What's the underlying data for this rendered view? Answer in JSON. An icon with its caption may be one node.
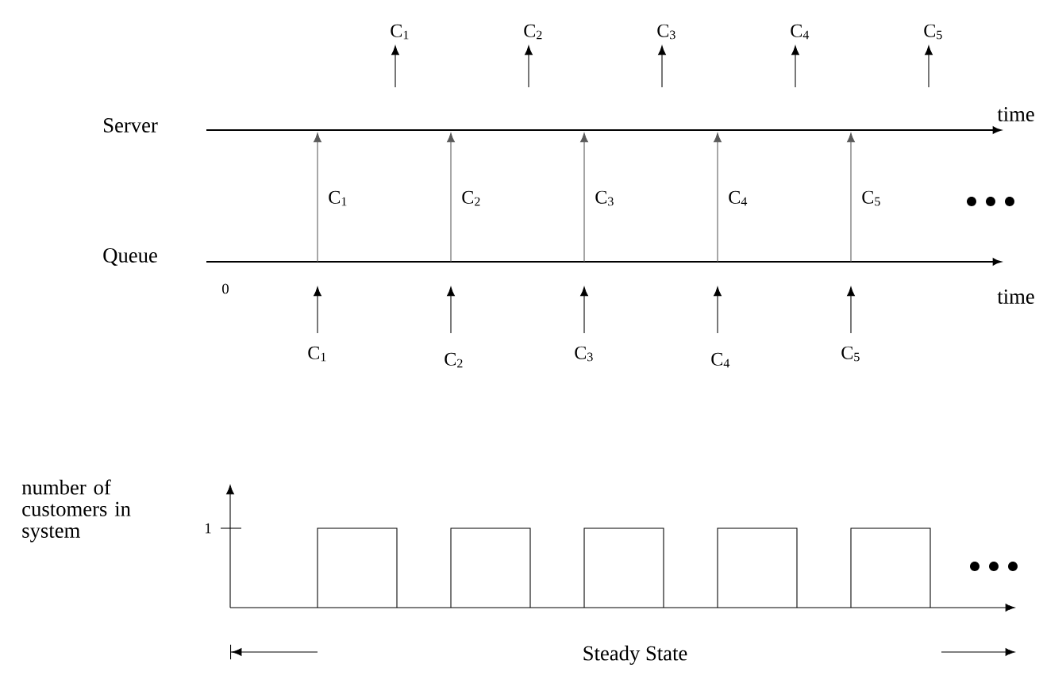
{
  "diagram": {
    "labels": [
      "C$_{1}$",
      "C$_{2}$",
      "C$_{3}$",
      "C$_{4}$",
      "C$_{5}$",
      "Server",
      "time",
      "C$_{1}$",
      "C$_{2}$",
      "C$_{3}$",
      "C$_{4}$",
      "C$_{5}$",
      "Queue",
      "0",
      "time",
      "C$_{1}$",
      "C$_{2}$",
      "C$_{3}$",
      "C$_{4}$",
      "C$_{5}$",
      "number of customers in system",
      "1",
      "Steady State"
    ]
  }
}
